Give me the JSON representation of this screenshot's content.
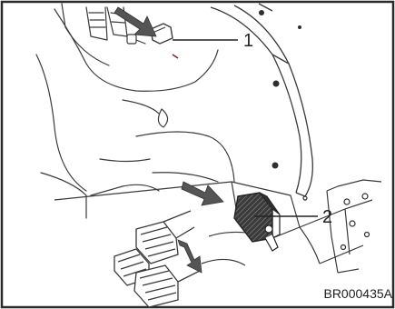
{
  "figure": {
    "callouts": [
      {
        "number": "1"
      },
      {
        "number": "2"
      }
    ],
    "image_code": "BR000435A"
  },
  "colors": {
    "frame": "#2a2a2a",
    "line_art": "#3a3a3a",
    "arrow_fill": "#555555",
    "pedal_dark": "#2e2e2e",
    "background": "#ffffff"
  }
}
